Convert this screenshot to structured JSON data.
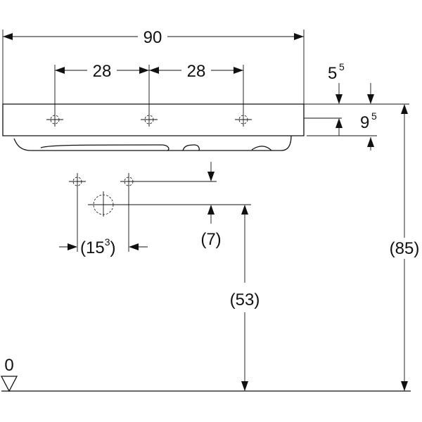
{
  "drawing": {
    "overall_width": "90",
    "hole_spacing_left": "28",
    "hole_spacing_right": "28",
    "rim_offset_main": "5",
    "rim_offset_sup": "5",
    "rim_thickness_main": "9",
    "rim_thickness_sup": "5",
    "drain_spacing_open": "(15",
    "drain_spacing_sup": "3",
    "drain_spacing_close": ")",
    "drain_height_offset": "(7)",
    "drain_height": "(53)",
    "rim_height": "(85)",
    "floor_level": "0"
  }
}
